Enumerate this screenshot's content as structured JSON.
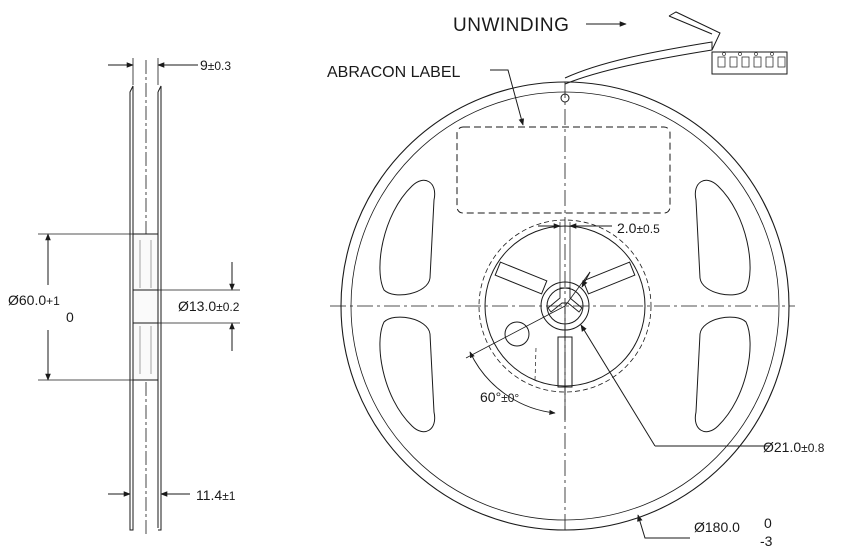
{
  "diagram": {
    "side_view": {
      "flange_width": "9±0.3",
      "flange_width_main": "9",
      "flange_width_tol": "±0.3",
      "hub_diameter_main": "Ø60.0",
      "hub_diameter_upper": "+1",
      "hub_diameter_lower": "0",
      "arbor_hole_main": "Ø13.0",
      "arbor_hole_tol": "±0.2",
      "overall_width_main": "11.4",
      "overall_width_tol": "±1"
    },
    "front_view": {
      "unwinding_label": "UNWINDING",
      "label_callout": "ABRACON LABEL",
      "key_slot_main": "2.0",
      "key_slot_tol": "±0.5",
      "angle_main": "60°",
      "angle_tol": "±0°",
      "drive_diameter_main": "Ø21.0",
      "drive_diameter_tol": "±0.8",
      "reel_diameter_main": "Ø180.0",
      "reel_diameter_upper": "0",
      "reel_diameter_lower": "-3"
    }
  }
}
